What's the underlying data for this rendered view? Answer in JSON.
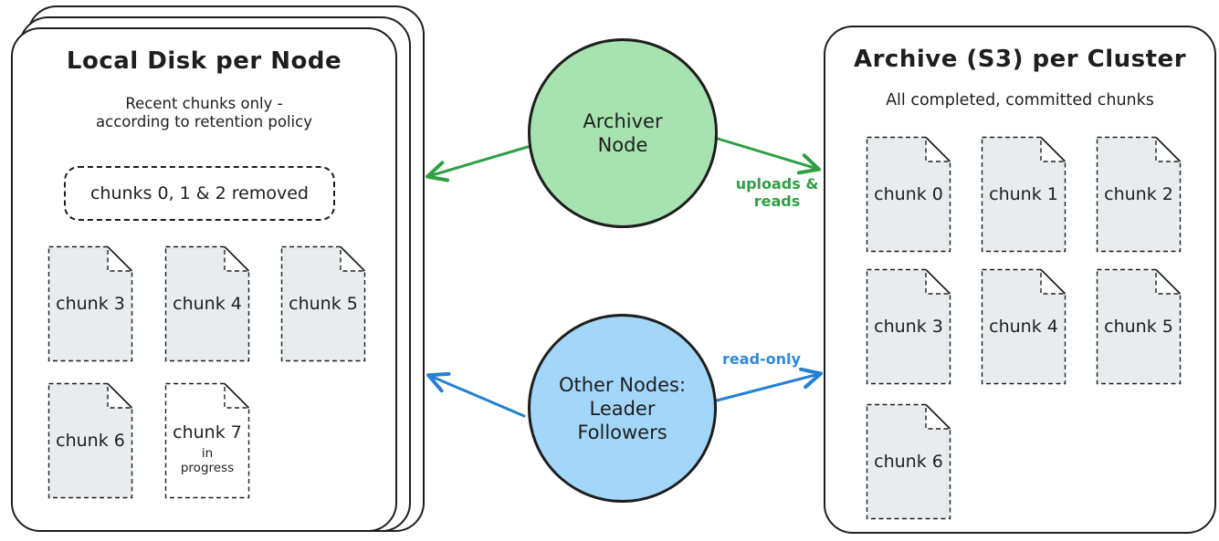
{
  "left_panel": {
    "title": "Local Disk per Node",
    "subtitle": "Recent chunks only -\naccording to retention policy",
    "removed_note": "chunks 0, 1 & 2 removed",
    "files": [
      {
        "label": "chunk 3"
      },
      {
        "label": "chunk 4"
      },
      {
        "label": "chunk 5"
      },
      {
        "label": "chunk 6"
      },
      {
        "label": "chunk 7",
        "status": "in\nprogress"
      }
    ]
  },
  "right_panel": {
    "title": "Archive (S3) per Cluster",
    "subtitle": "All completed, committed chunks",
    "files": [
      {
        "label": "chunk 0"
      },
      {
        "label": "chunk 1"
      },
      {
        "label": "chunk 2"
      },
      {
        "label": "chunk 3"
      },
      {
        "label": "chunk 4"
      },
      {
        "label": "chunk 5"
      },
      {
        "label": "chunk 6"
      }
    ]
  },
  "nodes": {
    "archiver": {
      "label": "Archiver\nNode"
    },
    "others": {
      "label": "Other Nodes:\nLeader\nFollowers"
    }
  },
  "edges": {
    "uploads_label": "uploads &\nreads",
    "readonly_label": "read-only"
  },
  "colors": {
    "ink": "#1e1e1e",
    "green_stroke": "#2f9e44",
    "green_fill": "#a7e3b1",
    "blue_stroke": "#2380d2",
    "blue_fill": "#a3d7fa",
    "file_fill": "#e8ecef"
  }
}
